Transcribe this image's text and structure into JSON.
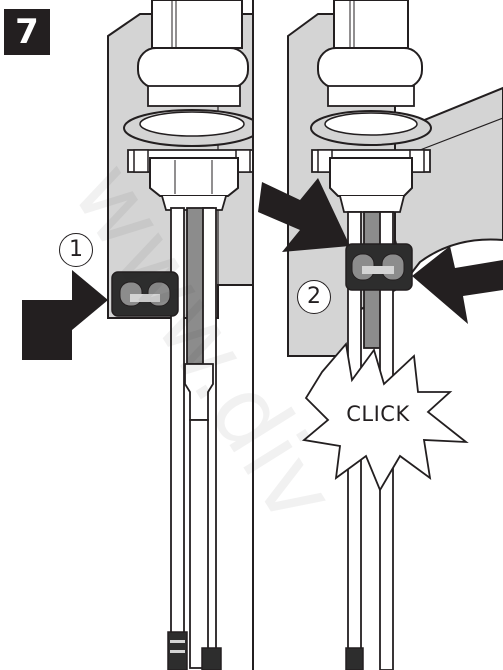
{
  "step": {
    "number": "7"
  },
  "panel_left": {
    "callout": "1"
  },
  "panel_right": {
    "callout": "2",
    "sound_label": "CLICK"
  },
  "colors": {
    "line": "#231f20",
    "shade": "#d4d4d4",
    "pipe_dark": "#8c8c8c",
    "clip": "#2d2d2d",
    "watermark": "#e9e9e9"
  },
  "watermark": "www.div"
}
